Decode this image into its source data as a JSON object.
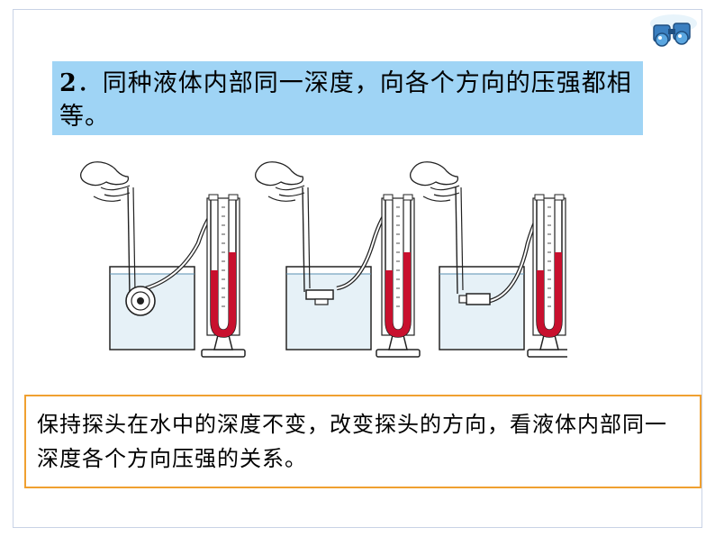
{
  "title": {
    "number": "2",
    "text": "．同种液体内部同一深度，向各个方向的压强都相等。"
  },
  "caption": {
    "text": "保持探头在水中的深度不变，改变探头的方向，看液体内部同一深度各个方向压强的关系。"
  },
  "icons": {
    "logo": "binoculars-icon"
  },
  "colors": {
    "title_bg": "#9fd4f5",
    "caption_border": "#f0a030",
    "water": "#cfe6f2",
    "manometer_liquid": "#c8102e"
  }
}
